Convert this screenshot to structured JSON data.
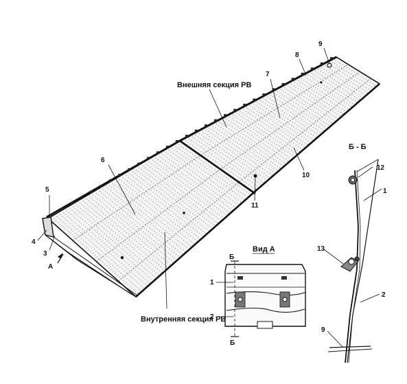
{
  "labels": {
    "outer_section": "Внешняя секция РВ",
    "inner_section": "Внутренняя секция РВ",
    "view_a": "Вид А",
    "section_bb": "Б - Б",
    "view_arrow_a": "А",
    "cut_mark_b": "Б"
  },
  "callouts": {
    "n1": "1",
    "n2": "2",
    "n3": "3",
    "n4": "4",
    "n5": "5",
    "n6": "6",
    "n7": "7",
    "n8": "8",
    "n9": "9",
    "n10": "10",
    "n11": "11",
    "n12": "12",
    "n13": "13"
  }
}
